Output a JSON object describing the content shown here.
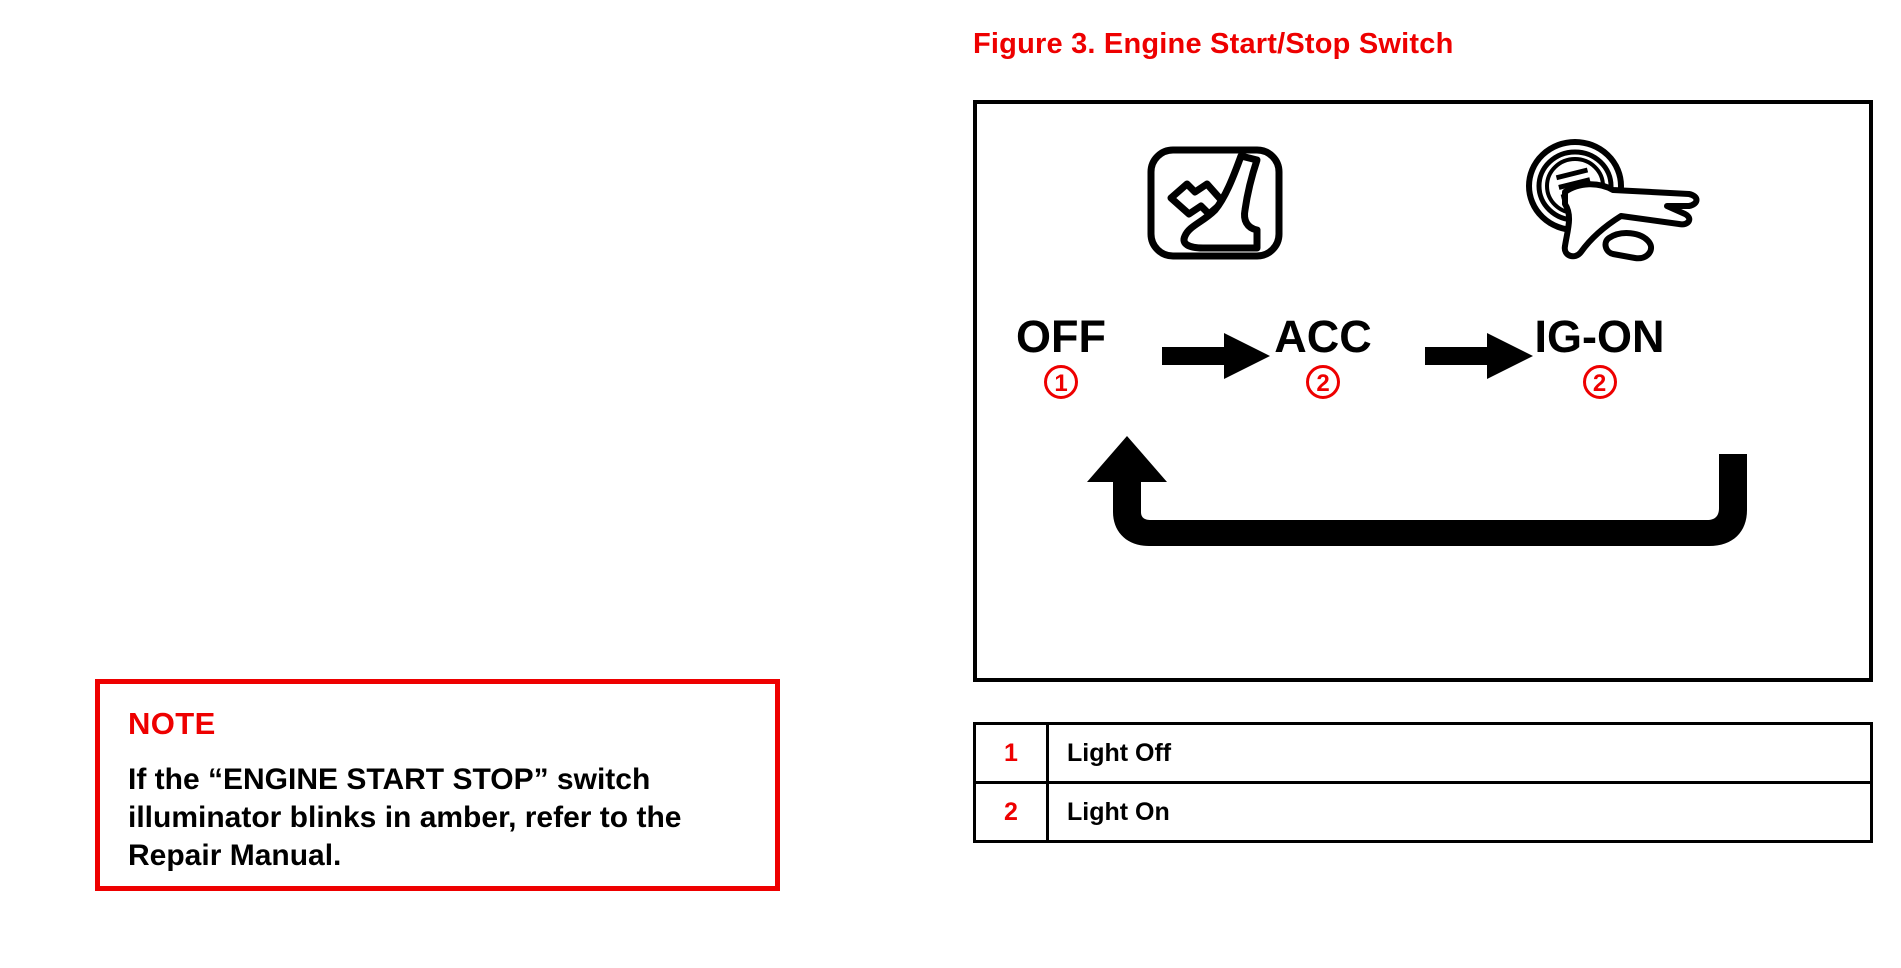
{
  "figure": {
    "title": "Figure 3.  Engine Start/Stop Switch",
    "icons": {
      "brake_pedal": "brake-pedal-icon",
      "start_switch_hand": "engine-start-stop-switch-hand-icon",
      "switch_button_text": "ENGINE START STOP"
    },
    "states": [
      {
        "label": "OFF",
        "callout": "1"
      },
      {
        "label": "ACC",
        "callout": "2"
      },
      {
        "label": "IG-ON",
        "callout": "2"
      }
    ],
    "flow_arrows": [
      {
        "name": "arrow-off-to-acc"
      },
      {
        "name": "arrow-acc-to-ig-on"
      }
    ],
    "loopback_arrow": {
      "name": "arrow-ig-on-back-to-off"
    }
  },
  "legend": {
    "rows": [
      {
        "num": "1",
        "text": "Light Off"
      },
      {
        "num": "2",
        "text": "Light On"
      }
    ]
  },
  "note": {
    "heading": "NOTE",
    "body": "If the “ENGINE START STOP” switch illuminator blinks in amber, refer to the Repair Manual."
  },
  "colors": {
    "accent_red": "#ee0000",
    "line_black": "#000000",
    "background": "#ffffff"
  }
}
